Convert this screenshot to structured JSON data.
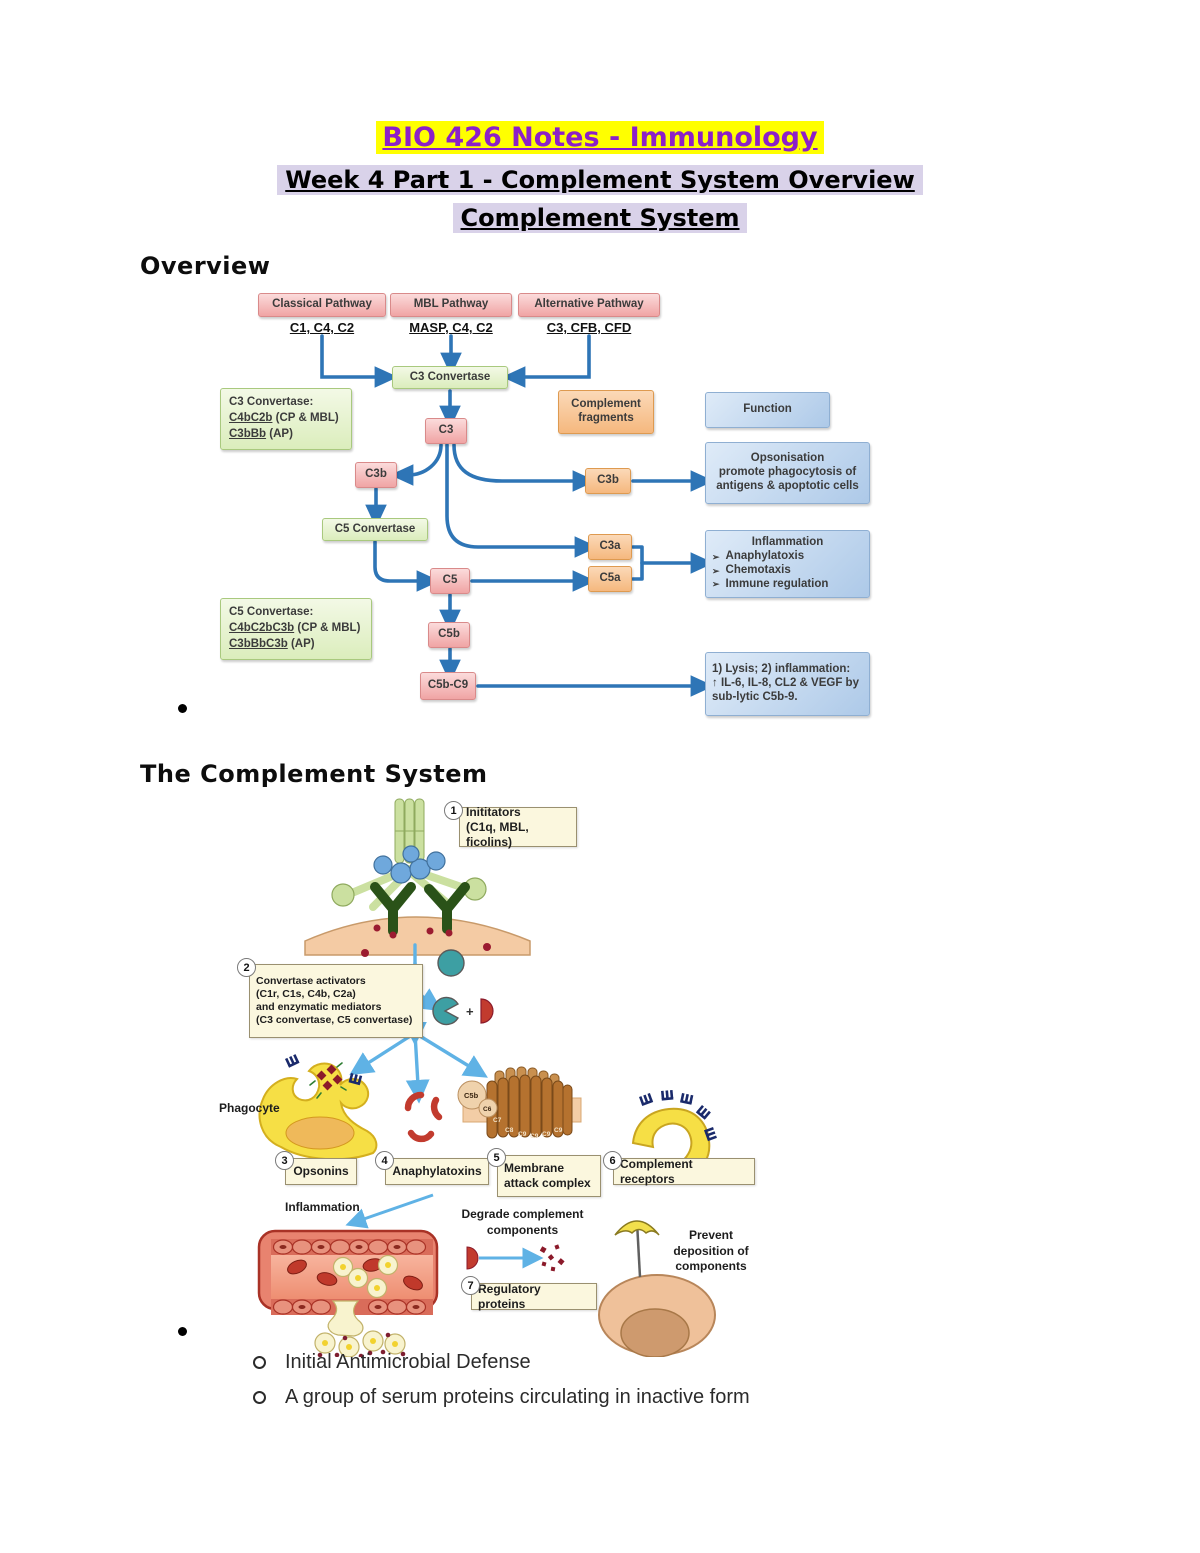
{
  "page": {
    "title": "BIO 426 Notes - Immunology",
    "subtitle1": "Week 4 Part 1 - Complement System Overview",
    "subtitle2": "Complement System"
  },
  "overview": {
    "heading": "Overview",
    "flowchart": {
      "pathways": [
        {
          "label": "Classical Pathway",
          "components": "C1, C4, C2"
        },
        {
          "label": "MBL Pathway",
          "components": "MASP, C4, C2"
        },
        {
          "label": "Alternative Pathway",
          "components": "C3, CFB, CFD"
        }
      ],
      "c3_convertase": "C3 Convertase",
      "c3_convertase_detail": {
        "title": "C3 Convertase:",
        "formula1": "C4bC2b",
        "suffix1": " (CP & MBL)",
        "formula2": "C3bBb",
        "suffix2": " (AP)"
      },
      "complement_fragments": "Complement fragments",
      "function_header": "Function",
      "c3": "C3",
      "c3b_left": "C3b",
      "c3b_right": "C3b",
      "opsonisation": {
        "title": "Opsonisation",
        "body": "promote phagocytosis of antigens & apoptotic cells"
      },
      "c5_convertase": "C5 Convertase",
      "c3a": "C3a",
      "c5a": "C5a",
      "inflammation": {
        "title": "Inflammation",
        "marker": "➢",
        "items": [
          "Anaphylatoxis",
          "Chemotaxis",
          "Immune regulation"
        ]
      },
      "c5": "C5",
      "c5_convertase_detail": {
        "title": "C5 Convertase:",
        "formula1": "C4bC2bC3b",
        "suffix1": " (CP & MBL)",
        "formula2": "C3bBbC3b",
        "suffix2": " (AP)"
      },
      "c5b": "C5b",
      "c5b_c9": "C5b-C9",
      "lysis": {
        "line1": "1) Lysis;  2) inflammation:",
        "line2": "↑ IL-6, IL-8, CL2 & VEGF by sub-lytic C5b-9."
      }
    }
  },
  "complement_system": {
    "heading": "The Complement System",
    "steps": {
      "s1": {
        "num": "1",
        "line1": "Inititators",
        "line2": "(C1q, MBL, ficolins)"
      },
      "s2": {
        "num": "2",
        "line1": "Convertase activators",
        "line2": "(C1r, C1s, C4b, C2a)",
        "line3": "and enzymatic mediators",
        "line4": "(C3 convertase, C5 convertase)"
      },
      "s3": {
        "num": "3",
        "label": "Opsonins"
      },
      "s4": {
        "num": "4",
        "label": "Anaphylatoxins"
      },
      "s5": {
        "num": "5",
        "line1": "Membrane",
        "line2": "attack complex"
      },
      "s6": {
        "num": "6",
        "label": "Complement receptors"
      },
      "s7": {
        "num": "7",
        "label": "Regulatory proteins"
      }
    },
    "labels": {
      "phagocyte": "Phagocyte",
      "inflammation": "Inflammation",
      "degrade_line1": "Degrade complement",
      "degrade_line2": "components",
      "prevent_line1": "Prevent",
      "prevent_line2": "deposition of",
      "prevent_line3": "components",
      "plus": "+"
    },
    "mac_labels": {
      "c5b": "C5b",
      "c6": "C6",
      "c7": "C7",
      "c8": "C8",
      "c9": "C9"
    }
  },
  "bullets": {
    "sub1": "Initial Antimicrobial Defense",
    "sub2": "A group of serum proteins circulating in inactive form"
  },
  "colors": {
    "highlight_yellow": "#FFFF00",
    "highlight_lavender": "#D9D2E9",
    "title_purple": "#8C20C8",
    "flow_arrow_blue": "#2E75B6",
    "box_pink": "#F0A4A4",
    "box_green": "#DBEDBC",
    "box_orange": "#F5B87E",
    "box_blue": "#ADC9E8",
    "diagram_arrow_blue": "#5FB2E5",
    "label_cream": "#FBF7DE"
  }
}
